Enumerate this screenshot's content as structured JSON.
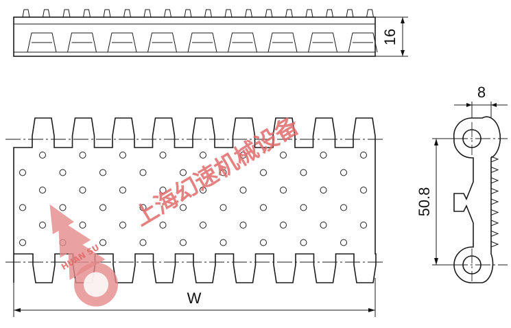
{
  "dimensions": {
    "height_label": "16",
    "width_label": "W",
    "pitch_label": "50.8",
    "thickness_label": "8"
  },
  "watermark": {
    "text": "上海幻速机械设备",
    "logo_text": "HUAN SU"
  }
}
